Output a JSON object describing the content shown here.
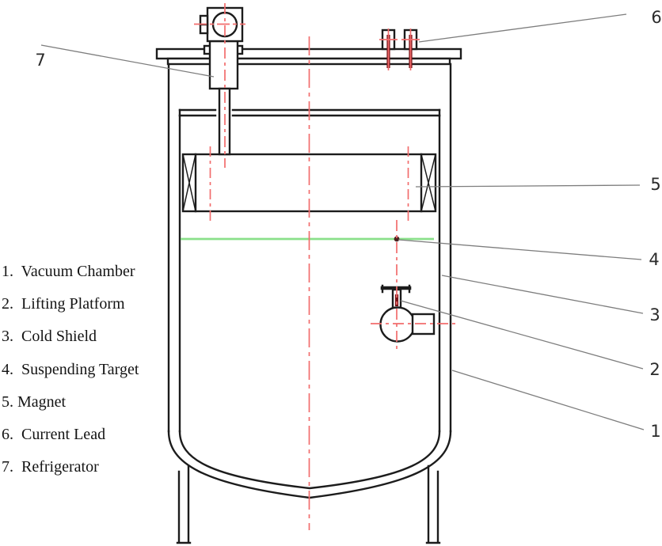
{
  "legend": {
    "items": [
      {
        "text": "1.  Vacuum Chamber"
      },
      {
        "text": "2.  Lifting Platform"
      },
      {
        "text": "3.  Cold Shield"
      },
      {
        "text": "4.  Suspending Target"
      },
      {
        "text": "5. Magnet"
      },
      {
        "text": "6.  Current Lead"
      },
      {
        "text": "7.  Refrigerator"
      }
    ]
  },
  "diagram": {
    "callouts": [
      {
        "label": "1"
      },
      {
        "label": "2"
      },
      {
        "label": "3"
      },
      {
        "label": "4"
      },
      {
        "label": "5"
      },
      {
        "label": "6"
      },
      {
        "label": "7"
      }
    ],
    "colors": {
      "outline": "#1c1c1c",
      "centerline_red": "#f26d6d",
      "lead_maroon": "#7a1418",
      "target_green": "#8ae08a",
      "leader_gray": "#7d7d7d",
      "target_dot": "#4a2020"
    }
  }
}
